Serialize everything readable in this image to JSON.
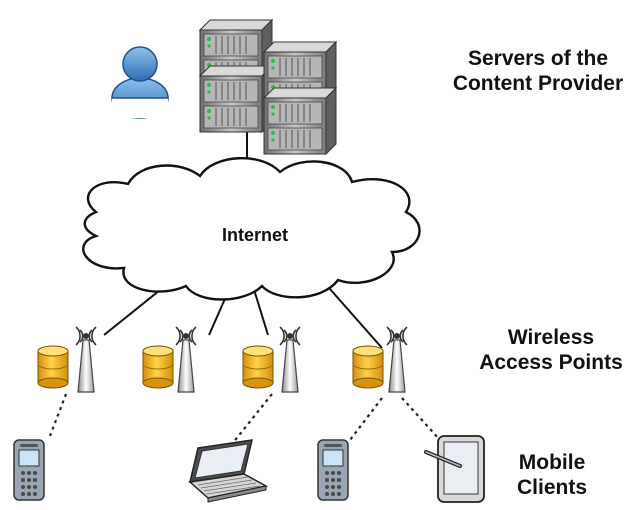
{
  "labels": {
    "servers_line1": "Servers of the",
    "servers_line2": "Content Provider",
    "internet": "Internet",
    "wireless_line1": "Wireless",
    "wireless_line2": "Access Points",
    "mobile_line1": "Mobile",
    "mobile_line2": "Clients"
  },
  "icons": {
    "user": "user-icon",
    "server": "server-rack-icon",
    "cloud": "internet-cloud-icon",
    "database": "database-cylinder-icon",
    "access_point": "wireless-antenna-icon",
    "phone": "mobile-phone-icon",
    "laptop": "laptop-icon",
    "tablet": "tablet-icon"
  },
  "colors": {
    "db_gold": "#f2b51c",
    "user_blue": "#4a86c8",
    "server_gray": "#9a9a9a",
    "link_black": "#111111"
  }
}
